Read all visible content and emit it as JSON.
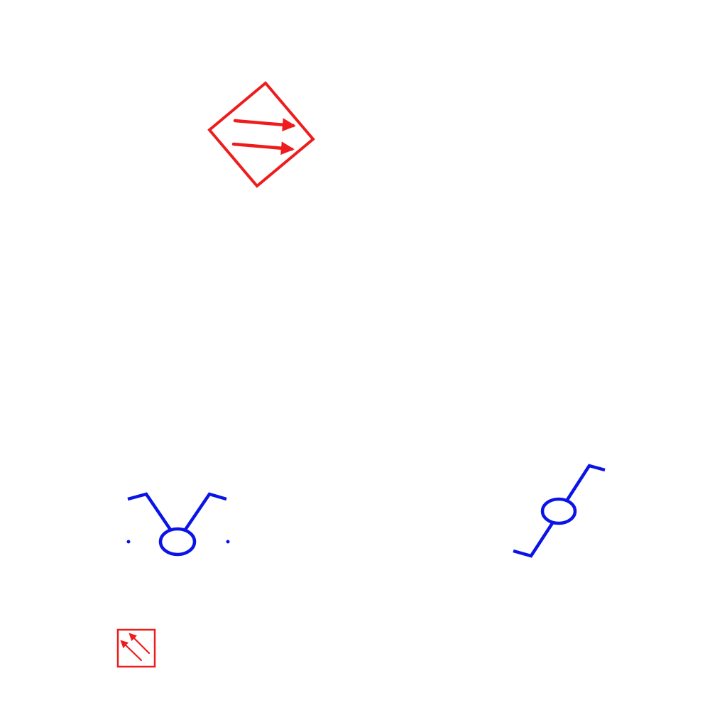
{
  "colors": {
    "background": "#ffffff",
    "symbol_red": "#ee1c1c",
    "symbol_blue": "#0a14e6"
  },
  "symbols": [
    {
      "kind": "diamond-box-with-two-arrows",
      "icon": "double-arrow-diamond-icon",
      "color": "symbol_red"
    },
    {
      "kind": "v-shaped-connector-with-circle-and-dots",
      "icon": "v-circle-connector-icon",
      "color": "symbol_blue"
    },
    {
      "kind": "diagonal-connector-with-circle",
      "icon": "diagonal-circle-connector-icon",
      "color": "symbol_blue"
    },
    {
      "kind": "small-square-with-two-diagonal-arrows",
      "icon": "diagonal-arrows-square-icon",
      "color": "symbol_red"
    }
  ]
}
